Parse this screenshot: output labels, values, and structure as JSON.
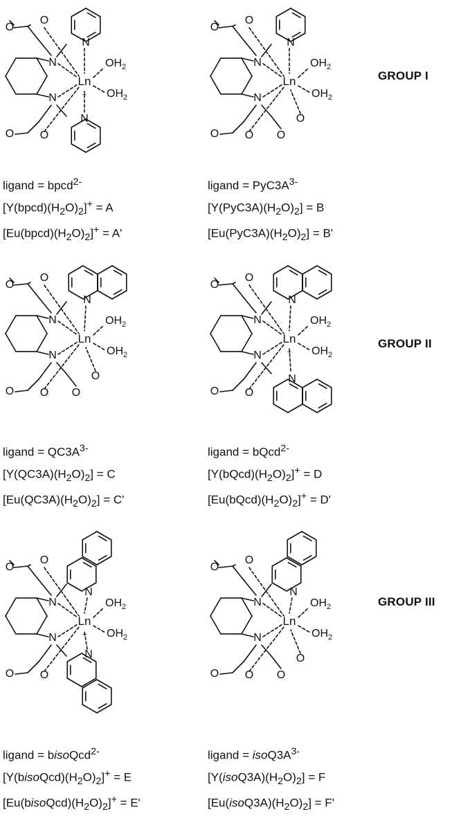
{
  "groups": [
    "GROUP I",
    "GROUP II",
    "GROUP III"
  ],
  "atoms": {
    "N": "N",
    "Ln": "Ln",
    "O": "O",
    "OH": "OH",
    "sub2": "2",
    "plus": "+"
  },
  "complexes": [
    {
      "ligand_lhs": "ligand = ",
      "ligand_name": "bpcd",
      "ligand_charge": "2-",
      "y": {
        "open": "[Y(",
        "name": "bpcd",
        "close": ")(H",
        "mid": "O)",
        "charge": "+",
        "eq": " = A"
      },
      "eu": {
        "open": "[Eu(",
        "name": "bpcd",
        "close": ")(H",
        "mid": "O)",
        "charge": "+",
        "eq": " = A'"
      }
    },
    {
      "ligand_lhs": "ligand = ",
      "ligand_name": "PyC3A",
      "ligand_charge": "3-",
      "y": {
        "open": "[Y(",
        "name": "PyC3A",
        "close": ")(H",
        "mid": "O)",
        "charge": "",
        "eq": " = B"
      },
      "eu": {
        "open": "[Eu(",
        "name": "PyC3A",
        "close": ")(H",
        "mid": "O)",
        "charge": "",
        "eq": " = B'"
      }
    },
    {
      "ligand_lhs": "ligand = ",
      "ligand_name": "QC3A",
      "ligand_charge": "3-",
      "y": {
        "open": "[Y(",
        "name": "QC3A",
        "close": ")(H",
        "mid": "O)",
        "charge": "",
        "eq": " = C"
      },
      "eu": {
        "open": "[Eu(",
        "name": "QC3A",
        "close": ")(H",
        "mid": "O)",
        "charge": "",
        "eq": " = C'"
      }
    },
    {
      "ligand_lhs": "ligand = ",
      "ligand_name": "bQcd",
      "ligand_charge": "2-",
      "y": {
        "open": "[Y(",
        "name": "bQcd",
        "close": ")(H",
        "mid": "O)",
        "charge": "+",
        "eq": " = D"
      },
      "eu": {
        "open": "[Eu(",
        "name": "bQcd",
        "close": ")(H",
        "mid": "O)",
        "charge": "+",
        "eq": " = D'"
      }
    },
    {
      "ligand_lhs": "ligand = ",
      "ligand_name": "bisoQcd",
      "ligand_charge": "2-",
      "y": {
        "open": "[Y(",
        "name": "bisoQcd",
        "close": ")(H",
        "mid": "O)",
        "charge": "+",
        "eq": " = E"
      },
      "eu": {
        "open": "[Eu(",
        "name": "bisoQcd",
        "close": ")(H",
        "mid": "O)",
        "charge": "+",
        "eq": " = E'"
      }
    },
    {
      "ligand_lhs": "ligand = ",
      "ligand_name": "isoQ3A",
      "ligand_charge": "3-",
      "y": {
        "open": "[Y(",
        "name": "isoQ3A",
        "close": ")(H",
        "mid": "O)",
        "charge": "",
        "eq": " = F"
      },
      "eu": {
        "open": "[Eu(",
        "name": "isoQ3A",
        "close": ")(H",
        "mid": "O)",
        "charge": "",
        "eq": " = F'"
      }
    }
  ]
}
